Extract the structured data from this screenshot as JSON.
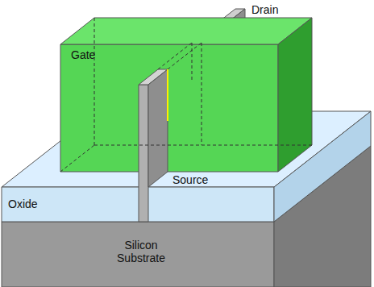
{
  "diagram": {
    "labels": [
      "Drain",
      "Gate",
      "Source",
      "Oxide",
      "Silicon Substrate"
    ]
  }
}
